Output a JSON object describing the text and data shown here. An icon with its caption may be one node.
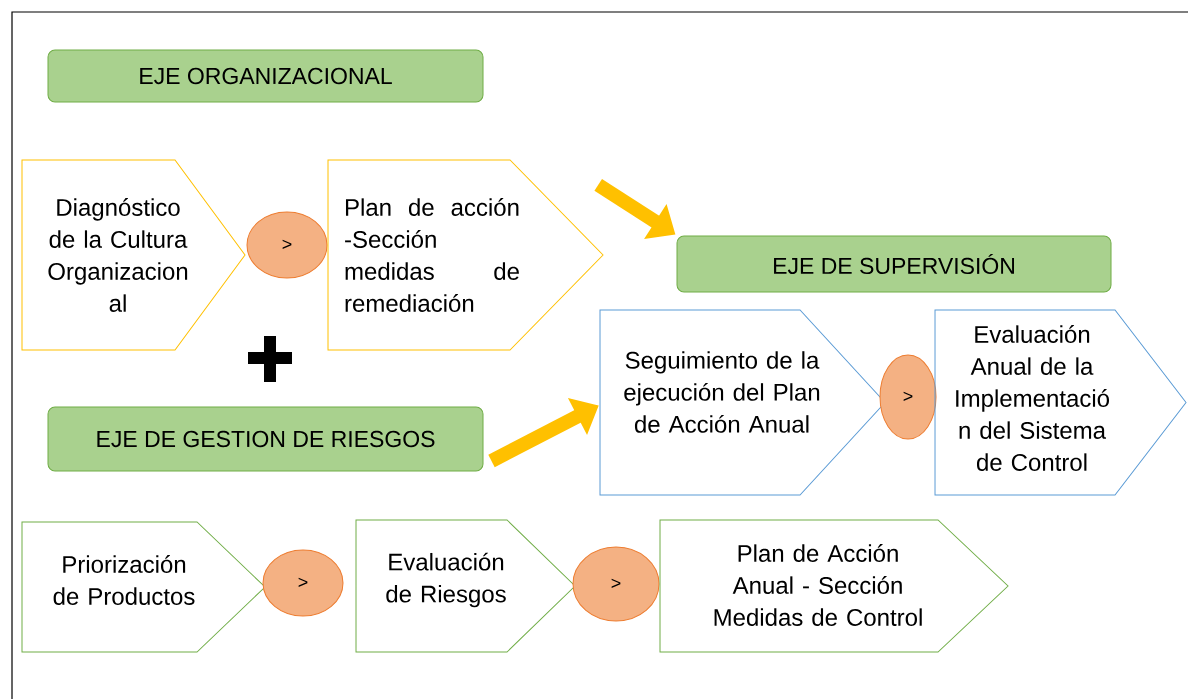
{
  "diagram": {
    "nodes": [
      {
        "text": [
          "EJE ORGANIZACIONAL"
        ]
      },
      {
        "text": [
          "Diagnóstico de la Cultura Organizacion al"
        ]
      },
      {
        "text": [
          ">"
        ]
      },
      {
        "text": [
          "Plan de acción -Sección medidas de remediación"
        ]
      },
      {
        "text": [
          "EJE DE SUPERVISIÓN"
        ]
      },
      {
        "text": [
          "EJE DE GESTION DE RIESGOS"
        ]
      },
      {
        "text": [
          "Seguimiento de la ejecución del Plan de Acción Anual"
        ]
      },
      {
        "text": [
          ">"
        ]
      },
      {
        "text": [
          "Evaluación Anual de la Implementació n del Sistema de Control"
        ]
      },
      {
        "text": [
          "Priorización de Productos"
        ]
      },
      {
        "text": [
          ">"
        ]
      },
      {
        "text": [
          "Evaluación de Riesgos"
        ]
      },
      {
        "text": [
          ">"
        ]
      },
      {
        "text": [
          "Plan de Acción Anual - Sección Medidas de Control"
        ]
      }
    ],
    "edges": [
      {
        "from": 3,
        "to": 4,
        "arrow": "to"
      },
      {
        "from": 5,
        "to": 6,
        "arrow": "to"
      }
    ]
  }
}
